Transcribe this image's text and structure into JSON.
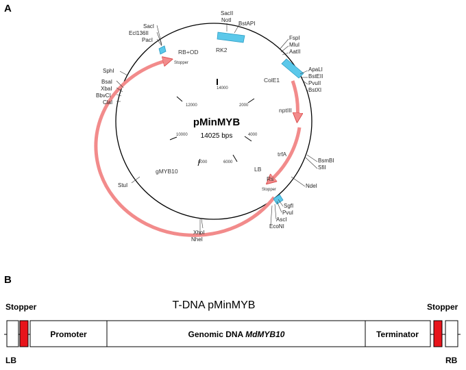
{
  "panel_a": {
    "label": "A",
    "plasmid_name": "pMinMYB",
    "plasmid_size": "14025 bps",
    "total_bp": 14025,
    "ticks": [
      "14000",
      "2000",
      "4000",
      "6000",
      "8000",
      "10000",
      "12000"
    ],
    "feature_labels": [
      "RB+OD",
      "RK2",
      "ColE1",
      "nptIII",
      "trfA",
      "Rs",
      "LB",
      "Stopper",
      "Stopper",
      "gMYB10"
    ],
    "restriction_sites": [
      "SacII",
      "NotI",
      "BstAPI",
      "FspI",
      "MluI",
      "AatII",
      "ApaLI",
      "BstEII",
      "PvuII",
      "BstXI",
      "BsmBI",
      "SfiI",
      "NdeI",
      "SgfI",
      "PvuI",
      "AscI",
      "EcoNI",
      "XhoI",
      "NheI",
      "StuI",
      "ClaI",
      "BbvCI",
      "XbaI",
      "BsaI",
      "SphI",
      "PacI",
      "Ecl136II",
      "SacI"
    ],
    "colors": {
      "arrow": "#f28b8b",
      "arrow_stroke": "#d94848",
      "segment": "#5bc8ea",
      "segment_stroke": "#2c9dc4"
    }
  },
  "panel_b": {
    "label": "B",
    "title": "T-DNA pMinMYB",
    "stopper_left": "Stopper",
    "stopper_right": "Stopper",
    "lb": "LB",
    "rb": "RB",
    "promoter": "Promoter",
    "genomic_prefix": "Genomic DNA ",
    "genomic_gene": "MdMYB10",
    "terminator": "Terminator",
    "colors": {
      "stopper": "#e8141b"
    }
  }
}
